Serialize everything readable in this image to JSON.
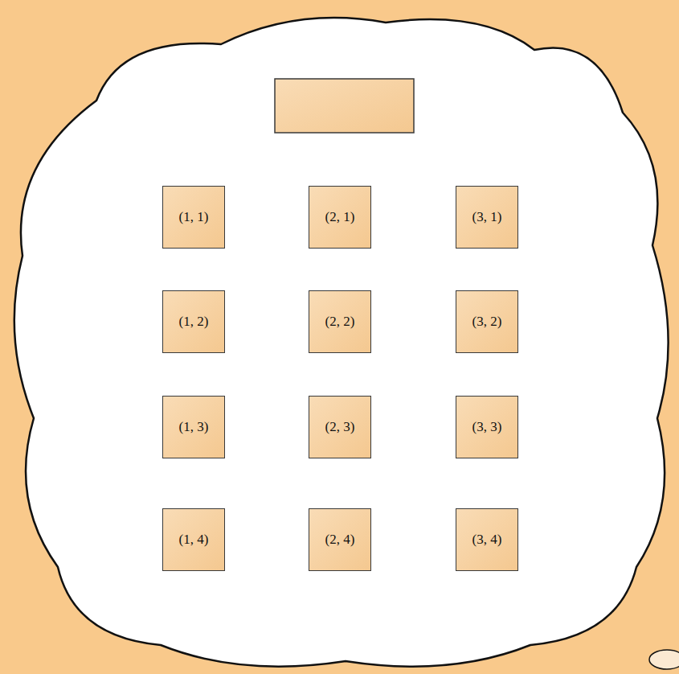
{
  "diagram": {
    "nodes": [
      {
        "text": [
          "(1, 1)"
        ]
      },
      {
        "text": [
          "(2, 1)"
        ]
      },
      {
        "text": [
          "(3, 1)"
        ]
      },
      {
        "text": [
          "(1, 2)"
        ]
      },
      {
        "text": [
          "(2, 2)"
        ]
      },
      {
        "text": [
          "(3, 2)"
        ]
      },
      {
        "text": [
          "(1, 3)"
        ]
      },
      {
        "text": [
          "(2, 3)"
        ]
      },
      {
        "text": [
          "(3, 3)"
        ]
      },
      {
        "text": [
          "(1, 4)"
        ]
      },
      {
        "text": [
          "(2, 4)"
        ]
      },
      {
        "text": [
          "(3, 4)"
        ]
      }
    ]
  }
}
